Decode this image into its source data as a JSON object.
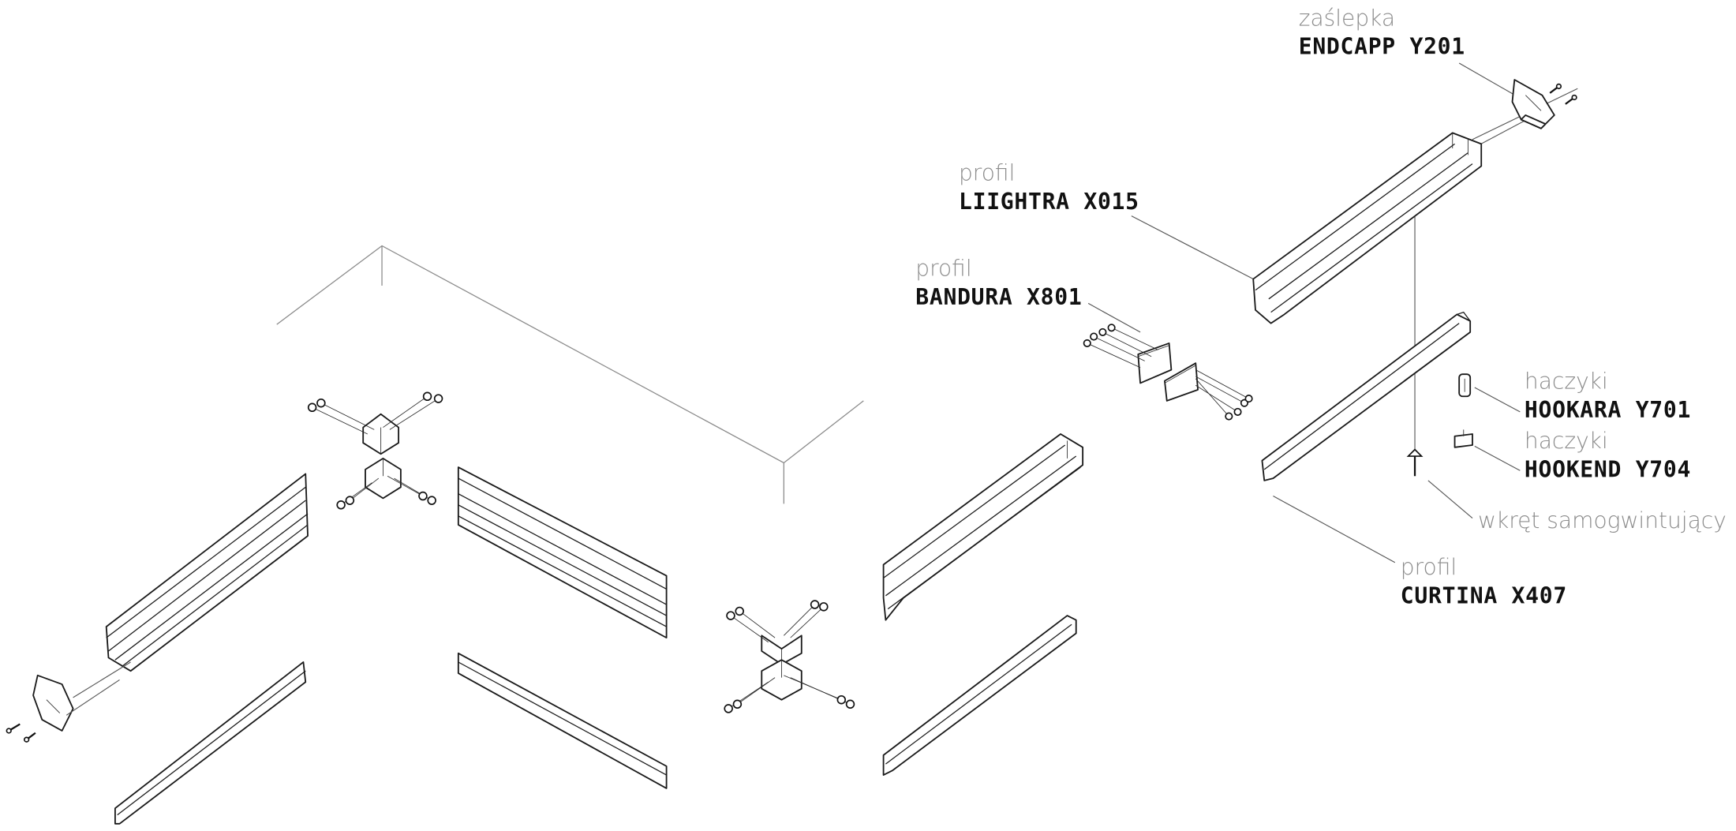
{
  "labels": {
    "endcap": {
      "sub": "zaślepka",
      "code": "ENDCAPP Y201"
    },
    "liightra": {
      "sub": "profil",
      "code": "LIIGHTRA X015"
    },
    "bandura": {
      "sub": "profil",
      "code": "BANDURA X801"
    },
    "hookara": {
      "sub": "haczyki",
      "code": "HOOKARA Y701"
    },
    "hookend": {
      "sub": "haczyki",
      "code": "HOOKEND Y704"
    },
    "screw": {
      "sub": "wkręt samogwintujący"
    },
    "curtina": {
      "sub": "profil",
      "code": "CURTINA X407"
    }
  },
  "colors": {
    "line": "#1a1a1a",
    "leader": "#555555",
    "room_outline": "#8a8a8a",
    "sub_text": "#8c8c8c",
    "code_text": "#111111"
  }
}
